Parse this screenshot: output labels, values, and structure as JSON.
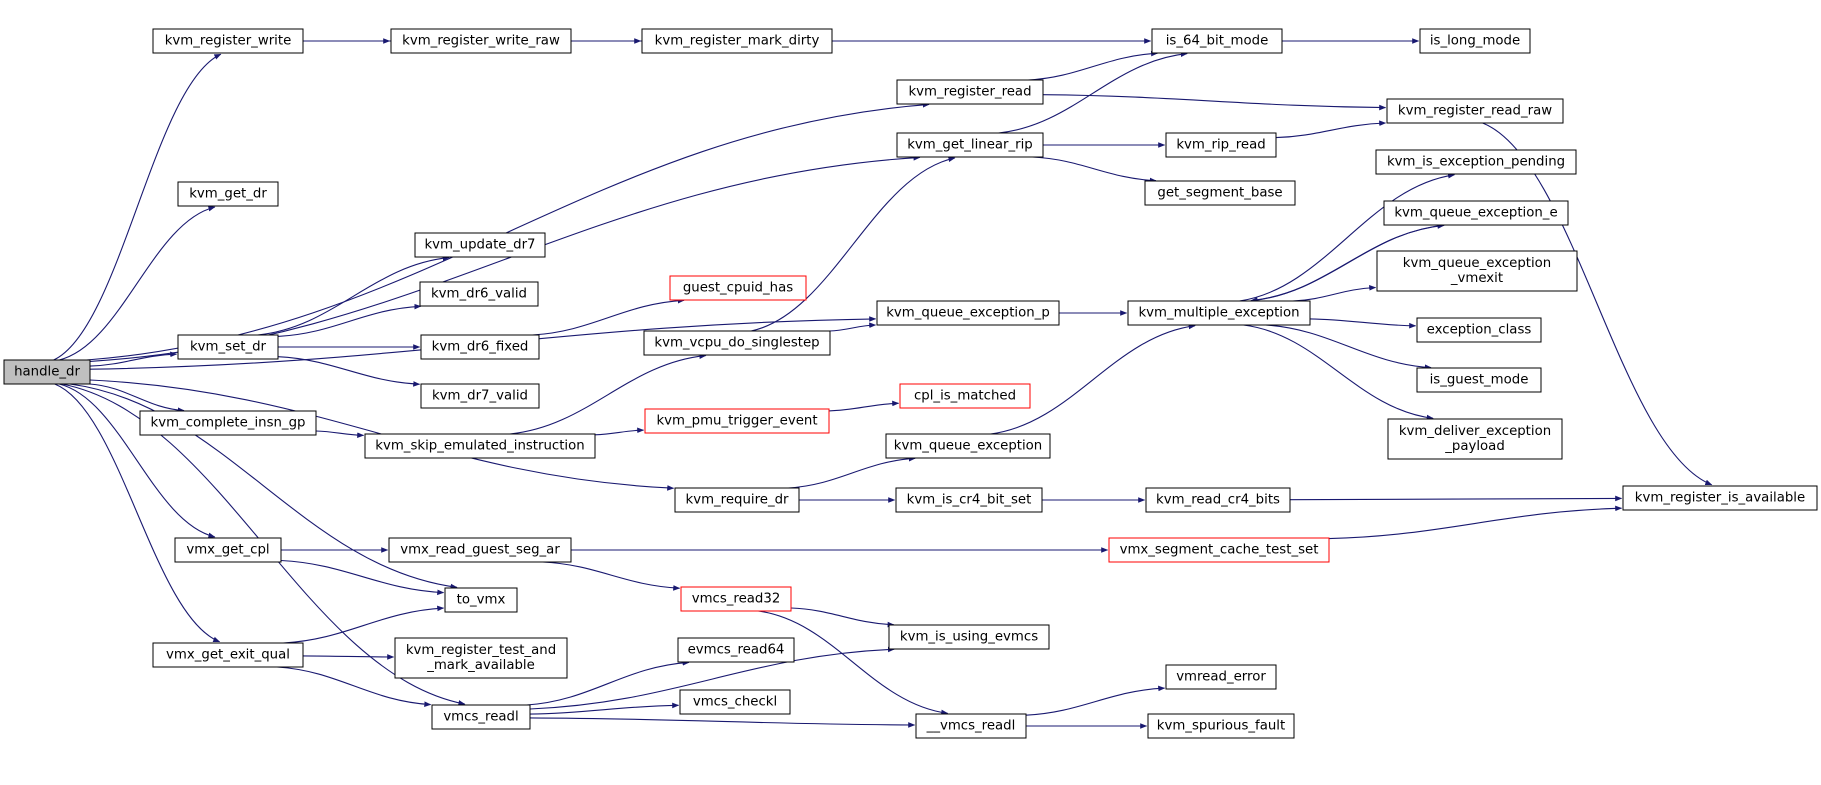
{
  "colors": {
    "edge": "#191970",
    "node_border": "#000000",
    "node_border_undocumented": "#ff0000",
    "root_fill": "#bfbfbf"
  },
  "nodes": [
    {
      "id": "handle_dr",
      "label": "handle_dr",
      "style": "root"
    },
    {
      "id": "kvm_register_write",
      "label": "kvm_register_write"
    },
    {
      "id": "kvm_register_write_raw",
      "label": "kvm_register_write_raw"
    },
    {
      "id": "kvm_register_mark_dirty",
      "label": "kvm_register_mark_dirty"
    },
    {
      "id": "is_64_bit_mode",
      "label": "is_64_bit_mode"
    },
    {
      "id": "is_long_mode",
      "label": "is_long_mode"
    },
    {
      "id": "kvm_register_read",
      "label": "kvm_register_read"
    },
    {
      "id": "kvm_register_read_raw",
      "label": "kvm_register_read_raw"
    },
    {
      "id": "kvm_get_linear_rip",
      "label": "kvm_get_linear_rip"
    },
    {
      "id": "kvm_rip_read",
      "label": "kvm_rip_read"
    },
    {
      "id": "get_segment_base",
      "label": "get_segment_base"
    },
    {
      "id": "kvm_get_dr",
      "label": "kvm_get_dr"
    },
    {
      "id": "kvm_is_exception_pending",
      "label": "kvm_is_exception_pending"
    },
    {
      "id": "kvm_queue_exception_e",
      "label": "kvm_queue_exception_e"
    },
    {
      "id": "kvm_queue_exception_vmexit",
      "label": [
        "kvm_queue_exception",
        "_vmexit"
      ]
    },
    {
      "id": "kvm_update_dr7",
      "label": "kvm_update_dr7"
    },
    {
      "id": "kvm_dr6_valid",
      "label": "kvm_dr6_valid"
    },
    {
      "id": "guest_cpuid_has",
      "label": "guest_cpuid_has",
      "style": "red"
    },
    {
      "id": "kvm_queue_exception_p",
      "label": "kvm_queue_exception_p"
    },
    {
      "id": "kvm_multiple_exception",
      "label": "kvm_multiple_exception"
    },
    {
      "id": "exception_class",
      "label": "exception_class"
    },
    {
      "id": "kvm_set_dr",
      "label": "kvm_set_dr"
    },
    {
      "id": "kvm_dr6_fixed",
      "label": "kvm_dr6_fixed"
    },
    {
      "id": "kvm_vcpu_do_singlestep",
      "label": "kvm_vcpu_do_singlestep"
    },
    {
      "id": "is_guest_mode",
      "label": "is_guest_mode"
    },
    {
      "id": "kvm_dr7_valid",
      "label": "kvm_dr7_valid"
    },
    {
      "id": "cpl_is_matched",
      "label": "cpl_is_matched",
      "style": "red"
    },
    {
      "id": "kvm_complete_insn_gp",
      "label": "kvm_complete_insn_gp"
    },
    {
      "id": "kvm_pmu_trigger_event",
      "label": "kvm_pmu_trigger_event",
      "style": "red"
    },
    {
      "id": "kvm_deliver_exception_payload",
      "label": [
        "kvm_deliver_exception",
        "_payload"
      ]
    },
    {
      "id": "kvm_skip_emulated_instruction",
      "label": "kvm_skip_emulated_instruction"
    },
    {
      "id": "kvm_queue_exception",
      "label": "kvm_queue_exception"
    },
    {
      "id": "kvm_require_dr",
      "label": "kvm_require_dr"
    },
    {
      "id": "kvm_is_cr4_bit_set",
      "label": "kvm_is_cr4_bit_set"
    },
    {
      "id": "kvm_read_cr4_bits",
      "label": "kvm_read_cr4_bits"
    },
    {
      "id": "kvm_register_is_available",
      "label": "kvm_register_is_available"
    },
    {
      "id": "vmx_get_cpl",
      "label": "vmx_get_cpl"
    },
    {
      "id": "vmx_read_guest_seg_ar",
      "label": "vmx_read_guest_seg_ar"
    },
    {
      "id": "vmx_segment_cache_test_set",
      "label": "vmx_segment_cache_test_set",
      "style": "red"
    },
    {
      "id": "to_vmx",
      "label": "to_vmx"
    },
    {
      "id": "vmcs_read32",
      "label": "vmcs_read32",
      "style": "red"
    },
    {
      "id": "kvm_is_using_evmcs",
      "label": "kvm_is_using_evmcs"
    },
    {
      "id": "evmcs_read64",
      "label": "evmcs_read64"
    },
    {
      "id": "vmx_get_exit_qual",
      "label": "vmx_get_exit_qual"
    },
    {
      "id": "kvm_register_test_and_mark_available",
      "label": [
        "kvm_register_test_and",
        "_mark_available"
      ]
    },
    {
      "id": "vmread_error",
      "label": "vmread_error"
    },
    {
      "id": "vmcs_checkl",
      "label": "vmcs_checkl"
    },
    {
      "id": "vmcs_readl",
      "label": "vmcs_readl"
    },
    {
      "id": "__vmcs_readl",
      "label": "__vmcs_readl"
    },
    {
      "id": "kvm_spurious_fault",
      "label": "kvm_spurious_fault"
    }
  ],
  "edges": [
    [
      "handle_dr",
      "kvm_register_write"
    ],
    [
      "handle_dr",
      "kvm_register_read"
    ],
    [
      "handle_dr",
      "kvm_get_linear_rip"
    ],
    [
      "handle_dr",
      "kvm_get_dr"
    ],
    [
      "handle_dr",
      "kvm_queue_exception_p"
    ],
    [
      "handle_dr",
      "kvm_set_dr"
    ],
    [
      "handle_dr",
      "kvm_complete_insn_gp"
    ],
    [
      "handle_dr",
      "kvm_require_dr"
    ],
    [
      "handle_dr",
      "vmx_get_cpl"
    ],
    [
      "handle_dr",
      "to_vmx"
    ],
    [
      "handle_dr",
      "vmx_get_exit_qual"
    ],
    [
      "handle_dr",
      "vmcs_readl"
    ],
    [
      "kvm_register_write",
      "kvm_register_write_raw"
    ],
    [
      "kvm_register_write",
      "is_64_bit_mode"
    ],
    [
      "kvm_register_write_raw",
      "kvm_register_mark_dirty"
    ],
    [
      "is_64_bit_mode",
      "is_long_mode"
    ],
    [
      "kvm_register_read",
      "is_64_bit_mode"
    ],
    [
      "kvm_register_read",
      "kvm_register_read_raw"
    ],
    [
      "kvm_get_linear_rip",
      "is_64_bit_mode"
    ],
    [
      "kvm_get_linear_rip",
      "kvm_rip_read"
    ],
    [
      "kvm_get_linear_rip",
      "get_segment_base"
    ],
    [
      "kvm_rip_read",
      "kvm_register_read_raw"
    ],
    [
      "kvm_register_read_raw",
      "kvm_register_is_available"
    ],
    [
      "kvm_set_dr",
      "kvm_update_dr7"
    ],
    [
      "kvm_set_dr",
      "kvm_dr6_valid"
    ],
    [
      "kvm_set_dr",
      "kvm_dr6_fixed"
    ],
    [
      "kvm_set_dr",
      "kvm_dr7_valid"
    ],
    [
      "kvm_dr6_fixed",
      "guest_cpuid_has"
    ],
    [
      "kvm_queue_exception_p",
      "kvm_multiple_exception"
    ],
    [
      "kvm_multiple_exception",
      "kvm_is_exception_pending"
    ],
    [
      "kvm_multiple_exception",
      "kvm_queue_exception_e"
    ],
    [
      "kvm_queue_exception_e",
      "kvm_multiple_exception"
    ],
    [
      "kvm_multiple_exception",
      "kvm_queue_exception_vmexit"
    ],
    [
      "kvm_multiple_exception",
      "exception_class"
    ],
    [
      "kvm_multiple_exception",
      "is_guest_mode"
    ],
    [
      "kvm_multiple_exception",
      "kvm_deliver_exception_payload"
    ],
    [
      "kvm_vcpu_do_singlestep",
      "kvm_get_linear_rip"
    ],
    [
      "kvm_vcpu_do_singlestep",
      "kvm_queue_exception_p"
    ],
    [
      "kvm_complete_insn_gp",
      "kvm_skip_emulated_instruction"
    ],
    [
      "kvm_skip_emulated_instruction",
      "kvm_vcpu_do_singlestep"
    ],
    [
      "kvm_skip_emulated_instruction",
      "kvm_pmu_trigger_event"
    ],
    [
      "kvm_pmu_trigger_event",
      "cpl_is_matched"
    ],
    [
      "kvm_queue_exception",
      "kvm_multiple_exception"
    ],
    [
      "kvm_require_dr",
      "kvm_queue_exception"
    ],
    [
      "kvm_require_dr",
      "kvm_is_cr4_bit_set"
    ],
    [
      "kvm_is_cr4_bit_set",
      "kvm_read_cr4_bits"
    ],
    [
      "kvm_read_cr4_bits",
      "kvm_register_is_available"
    ],
    [
      "vmx_get_cpl",
      "vmx_read_guest_seg_ar"
    ],
    [
      "vmx_get_cpl",
      "to_vmx"
    ],
    [
      "vmx_read_guest_seg_ar",
      "vmx_segment_cache_test_set"
    ],
    [
      "vmx_read_guest_seg_ar",
      "vmcs_read32"
    ],
    [
      "vmx_segment_cache_test_set",
      "kvm_register_is_available"
    ],
    [
      "vmcs_read32",
      "kvm_is_using_evmcs"
    ],
    [
      "vmcs_read32",
      "__vmcs_readl"
    ],
    [
      "vmx_get_exit_qual",
      "to_vmx"
    ],
    [
      "vmx_get_exit_qual",
      "kvm_register_test_and_mark_available"
    ],
    [
      "vmx_get_exit_qual",
      "vmcs_readl"
    ],
    [
      "vmcs_readl",
      "evmcs_read64"
    ],
    [
      "vmcs_readl",
      "vmcs_checkl"
    ],
    [
      "vmcs_readl",
      "kvm_is_using_evmcs"
    ],
    [
      "vmcs_readl",
      "__vmcs_readl"
    ],
    [
      "__vmcs_readl",
      "vmread_error"
    ],
    [
      "__vmcs_readl",
      "kvm_spurious_fault"
    ]
  ]
}
